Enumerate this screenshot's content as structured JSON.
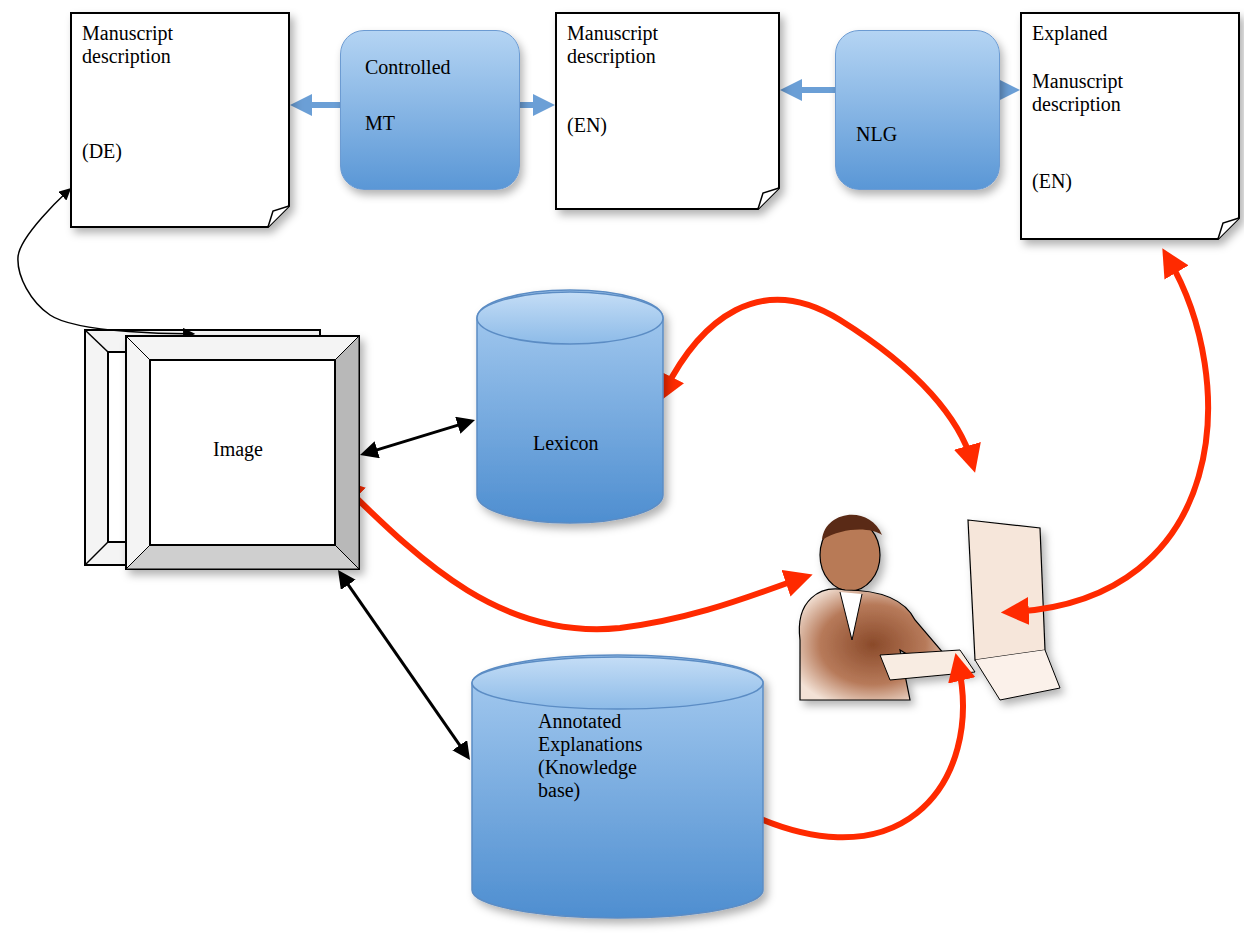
{
  "diagram": {
    "nodes": [
      {
        "text": [
          "Manuscript description",
          "(DE)"
        ]
      },
      {
        "text": [
          "Controlled MT"
        ]
      },
      {
        "text": [
          "Manuscript description",
          "(EN)"
        ]
      },
      {
        "text": [
          "NLG"
        ]
      },
      {
        "text": [
          "Explaned",
          "Manuscript description",
          "(EN)"
        ]
      },
      {
        "text": [
          "Image"
        ]
      },
      {
        "text": [
          "Lexicon"
        ]
      },
      {
        "text": [
          "Annotated Explanations (Knowledge base)"
        ]
      }
    ],
    "edges": [
      {
        "from": 0,
        "to": 2,
        "arrow": "both"
      },
      {
        "from": 2,
        "to": 4,
        "arrow": "both"
      },
      {
        "from": 5,
        "to": 6,
        "arrow": "both"
      },
      {
        "from": 5,
        "to": 7,
        "arrow": "both"
      },
      {
        "from": 0,
        "to": 5,
        "arrow": "both"
      }
    ]
  }
}
